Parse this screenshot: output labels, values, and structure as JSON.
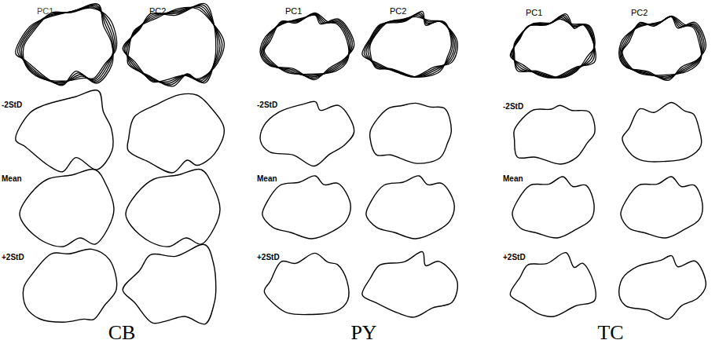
{
  "diagram": {
    "labels": [
      "PC1",
      "PC2",
      "-2StD",
      "Mean",
      "+2StD",
      "PC1",
      "PC2",
      "-2StD",
      "Mean",
      "+2StD",
      "PC1",
      "PC2",
      "-2StD",
      "Mean",
      "+2StD",
      "CB",
      "PY",
      "TC"
    ]
  }
}
